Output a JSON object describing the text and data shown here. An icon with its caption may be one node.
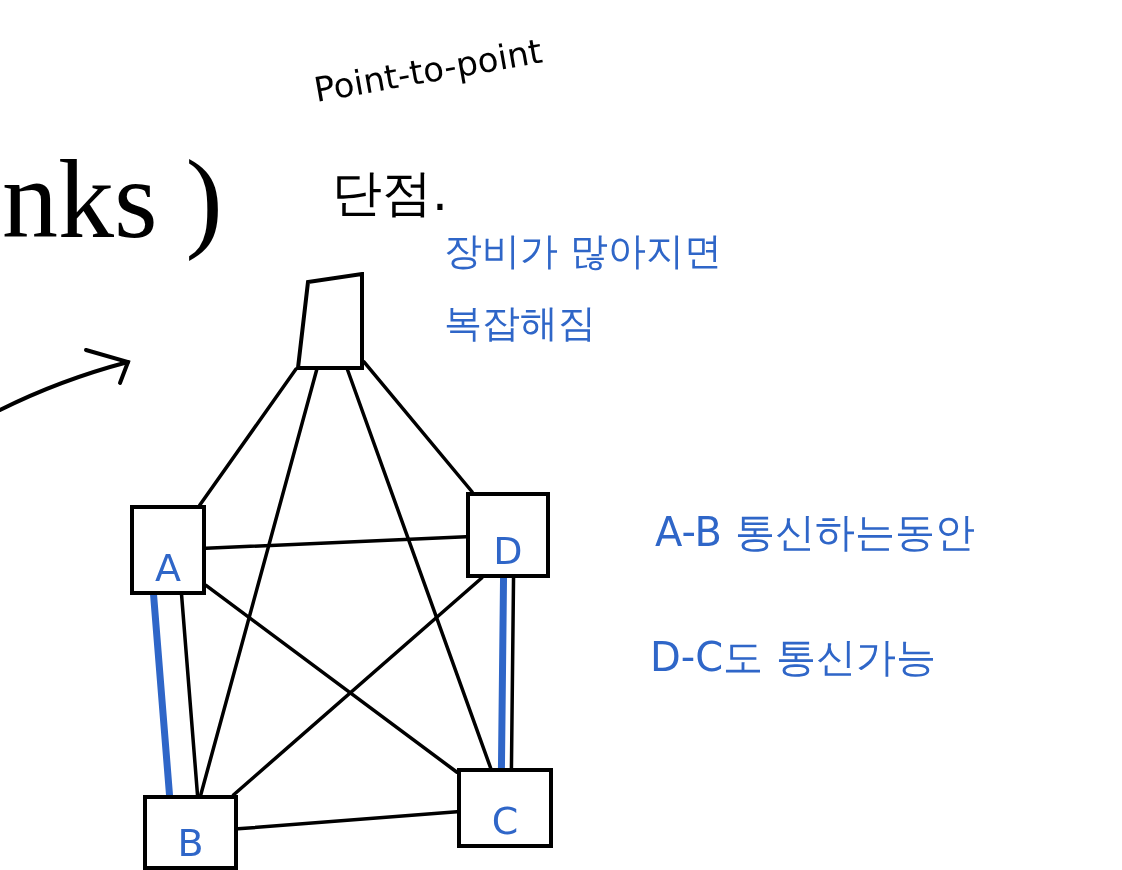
{
  "diagram": {
    "nodes": [
      {
        "text": [],
        "shape": "box"
      },
      {
        "text": [
          "A"
        ]
      },
      {
        "text": [
          "D"
        ]
      },
      {
        "text": [
          "B"
        ]
      },
      {
        "text": [
          "C"
        ]
      }
    ],
    "edges": [
      {
        "from": 0,
        "to": 1,
        "arrow": "none"
      },
      {
        "from": 0,
        "to": 2,
        "arrow": "none"
      },
      {
        "from": 0,
        "to": 3,
        "arrow": "none"
      },
      {
        "from": 0,
        "to": 4,
        "arrow": "none"
      },
      {
        "from": 1,
        "to": 2,
        "arrow": "none"
      },
      {
        "from": 1,
        "to": 3,
        "arrow": "none"
      },
      {
        "from": 1,
        "to": 4,
        "arrow": "none"
      },
      {
        "from": 2,
        "to": 3,
        "arrow": "none"
      },
      {
        "from": 2,
        "to": 4,
        "arrow": "none"
      },
      {
        "from": 3,
        "to": 4,
        "arrow": "none"
      },
      {
        "from": 1,
        "to": 3,
        "arrow": "none",
        "style": "thick",
        "color": "#2f66c8"
      },
      {
        "from": 2,
        "to": 4,
        "arrow": "none",
        "style": "thick",
        "color": "#2f66c8"
      }
    ],
    "labels": [
      "nks )",
      "Point-to-point",
      "단점.",
      "장비가 많아지면 복잡해짐",
      "A-B 통신하는동안",
      "D-C도 통신가능"
    ]
  }
}
